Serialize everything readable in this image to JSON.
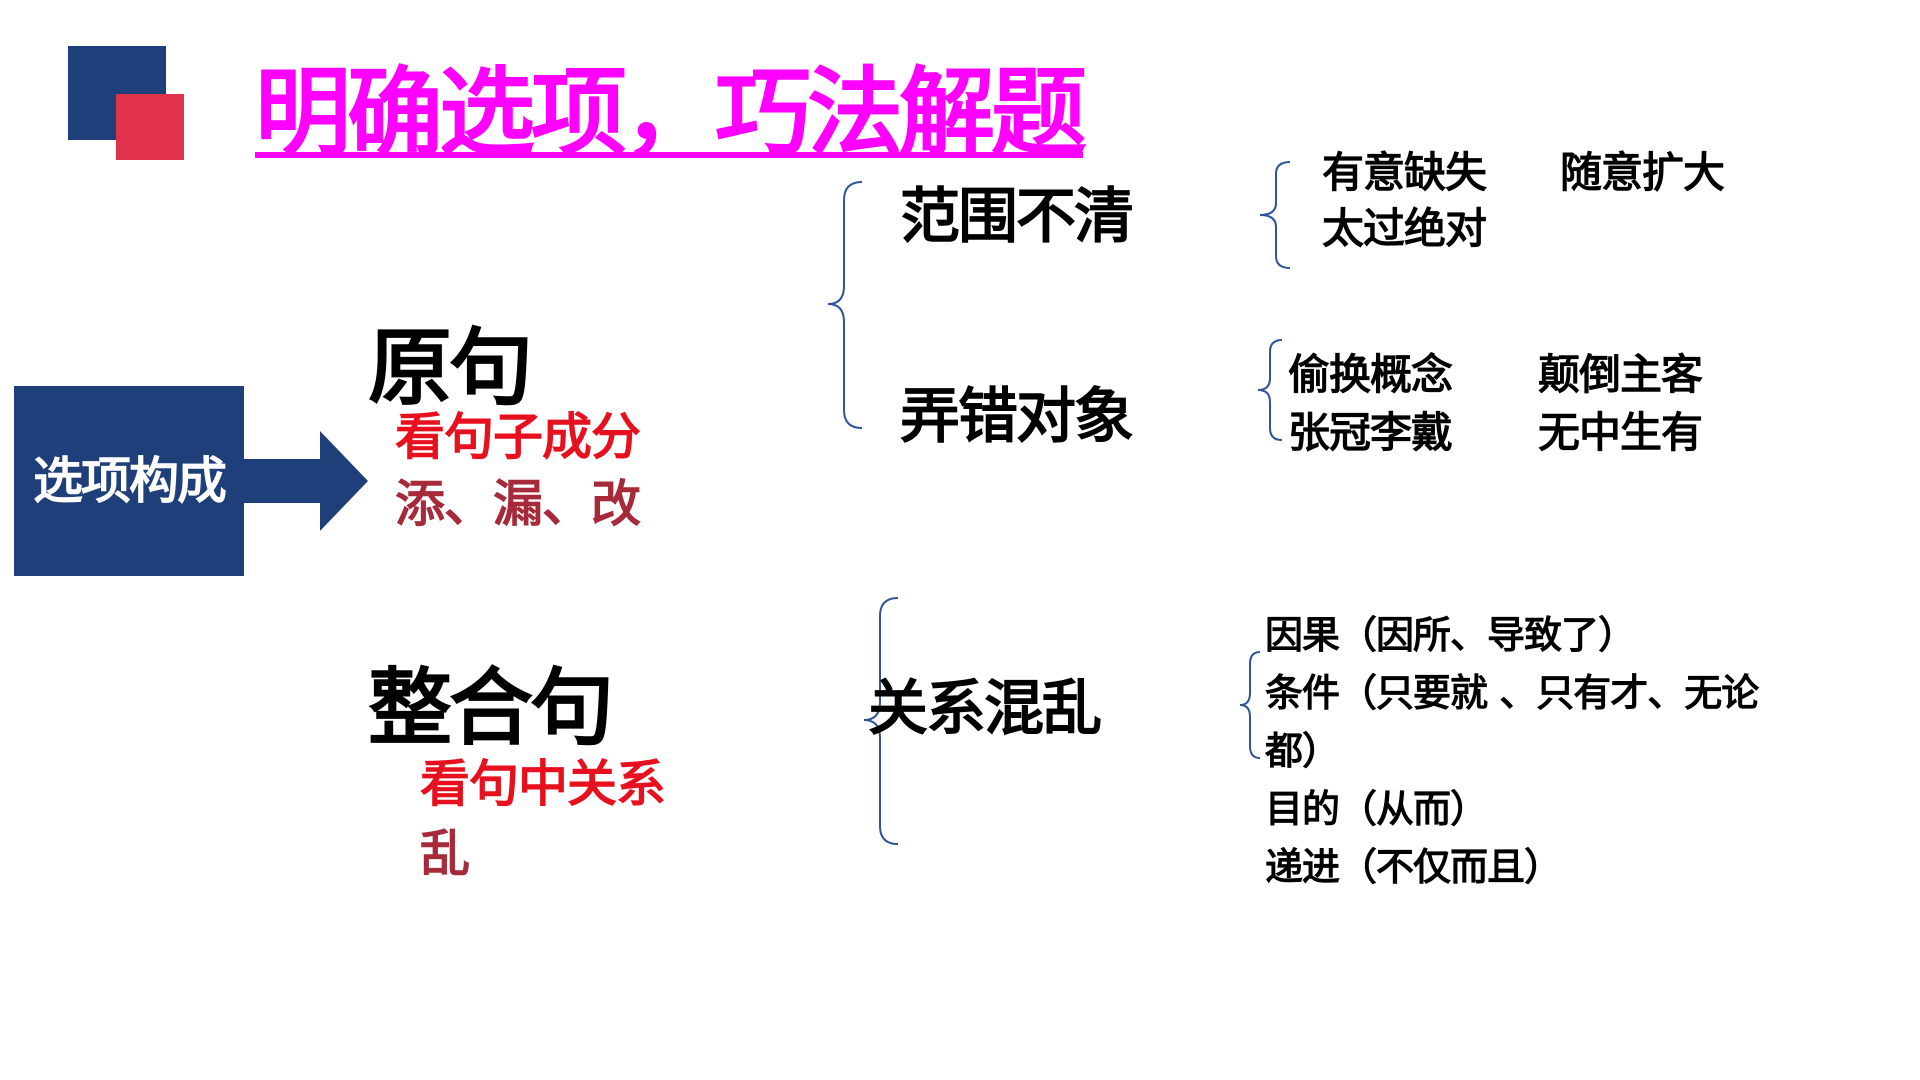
{
  "title": "明确选项，巧法解题",
  "box_label": "选项构成",
  "branches": {
    "original": {
      "label": "原句",
      "note1": "看句子成分",
      "note2": "添、漏、改"
    },
    "integrated": {
      "label": "整合句",
      "note1": "看句中关系",
      "note2": "乱"
    }
  },
  "categories": {
    "scope": {
      "label": "范围不清",
      "items": [
        "有意缺失",
        "随意扩大",
        "太过绝对"
      ]
    },
    "object": {
      "label": "弄错对象",
      "items": [
        "偷换概念",
        "颠倒主客",
        "张冠李戴",
        "无中生有"
      ]
    },
    "relation": {
      "label": "关系混乱",
      "items": [
        "因果（因所、导致了）",
        "条件（只要就 、只有才、无论",
        "都）",
        "目的（从而）",
        "递进（不仅而且）"
      ]
    }
  },
  "colors": {
    "navy": "#1f3f7a",
    "red_square": "#e0324a",
    "title": "#ff00ff",
    "note_red": "#e6101e",
    "note_dark_red": "#a62a3a",
    "brace": "#2f5597"
  }
}
